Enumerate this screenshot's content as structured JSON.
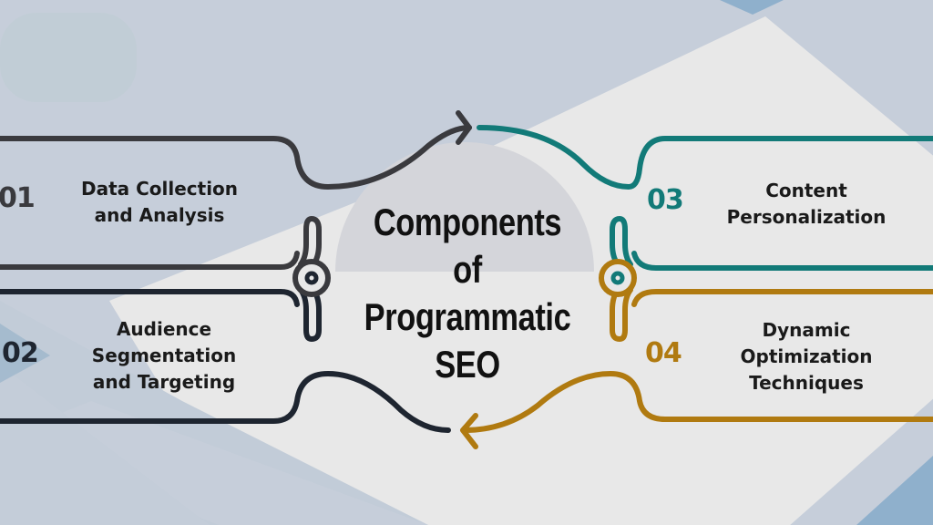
{
  "title": {
    "lines": [
      "Components",
      "of",
      "Programmatic",
      "SEO"
    ]
  },
  "colors": {
    "background": "#c6ceda",
    "light_panel": "#e8e8e8",
    "accent_blue": "#8fb0cc",
    "step1": "#3a3a3e",
    "step2": "#1e2530",
    "step3": "#127a78",
    "step4": "#b07a10"
  },
  "steps": [
    {
      "number": "01",
      "lines": [
        "Data Collection",
        "and Analysis"
      ]
    },
    {
      "number": "02",
      "lines": [
        "Audience",
        "Segmentation",
        "and Targeting"
      ]
    },
    {
      "number": "03",
      "lines": [
        "Content",
        "Personalization"
      ]
    },
    {
      "number": "04",
      "lines": [
        "Dynamic",
        "Optimization",
        "Techniques"
      ]
    }
  ],
  "icons": {
    "top_arrow": "arrow-right-icon",
    "bottom_arrow": "arrow-left-icon",
    "left_connector": "key-connector-icon",
    "right_connector": "key-connector-icon"
  }
}
